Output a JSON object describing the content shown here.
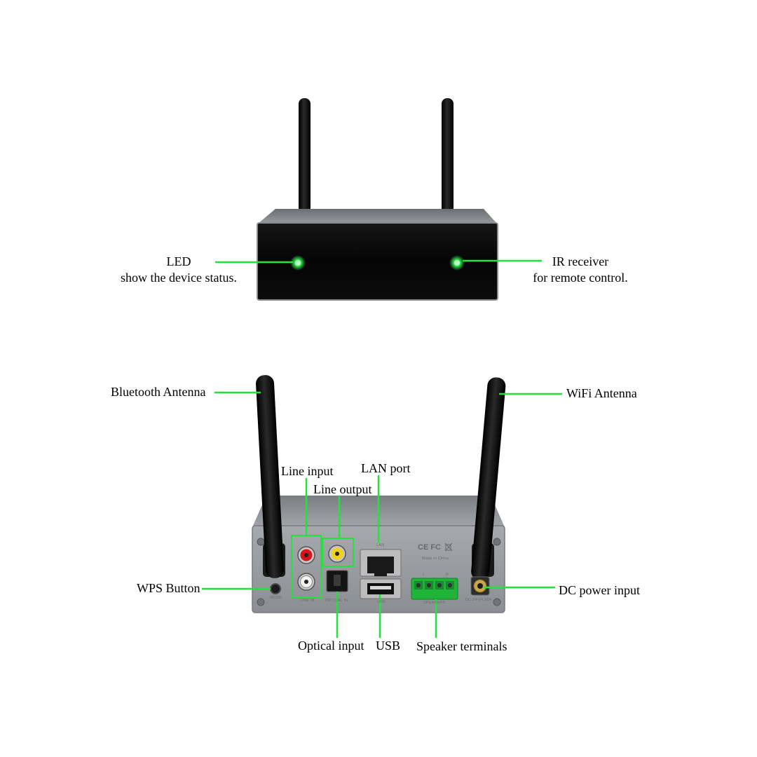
{
  "colors": {
    "accent_green": "#22e33c",
    "led_green": "#33ff55",
    "chassis_gray": "#8e9195",
    "front_black": "#050505",
    "antenna_black": "#151515"
  },
  "front_view": {
    "led_label": {
      "line1": "LED",
      "line2": "show the device status."
    },
    "ir_label": {
      "line1": "IR receiver",
      "line2": "for remote control."
    }
  },
  "rear_view": {
    "labels": {
      "bluetooth_antenna": "Bluetooth Antenna",
      "wifi_antenna": "WiFi Antenna",
      "line_input": "Line input",
      "line_output": "Line output",
      "lan_port": "LAN port",
      "wps_button": "WPS Button",
      "dc_power_input": "DC power input",
      "optical_input": "Optical input",
      "usb": "USB",
      "speaker_terminals": "Speaker terminals"
    },
    "panel_print": {
      "lan": "LAN",
      "mode": "MODE",
      "line_in": "LINE IN",
      "optical_in": "OPTICAL IN",
      "usb": "USB",
      "speakers": "SPEAKERS",
      "made_in": "Made in China",
      "cert_marks": "CE FC",
      "speaker_l": "L",
      "speaker_r": "R",
      "dc_rating": "DC 24V/4.96A"
    }
  }
}
